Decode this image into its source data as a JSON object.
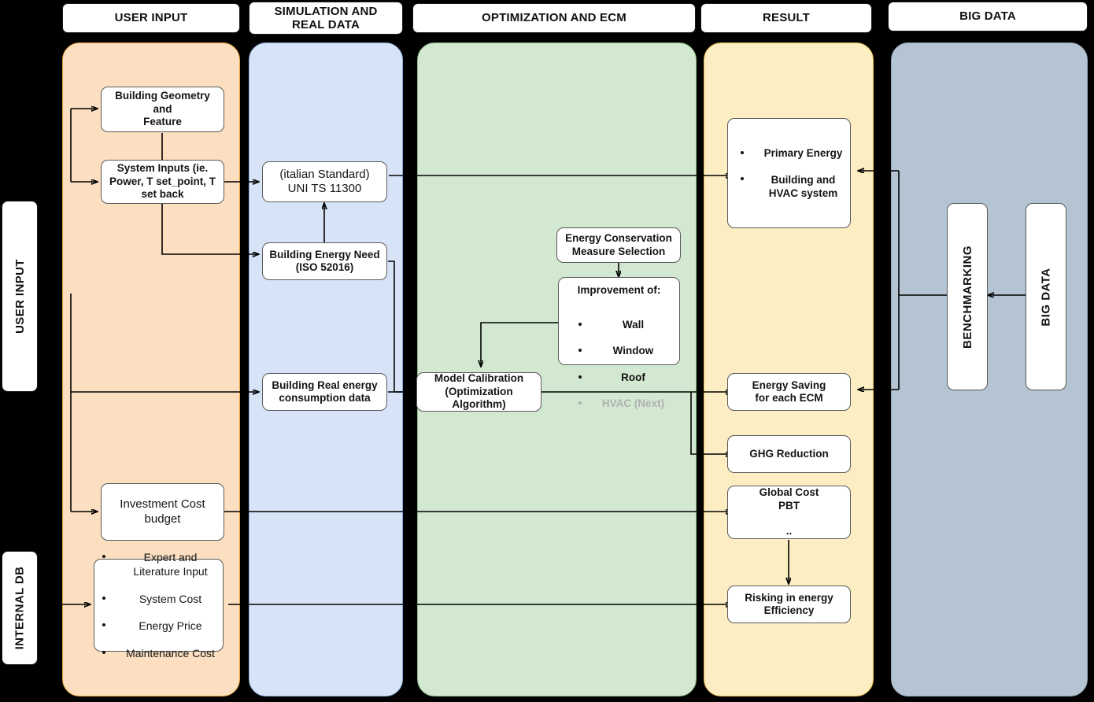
{
  "diagram": {
    "title": "Building energy optimization workflow",
    "columns": [
      {
        "id": "user-input",
        "header": "USER INPUT",
        "color": "#FBDFC0",
        "border": "#E8A33D"
      },
      {
        "id": "simulation",
        "header": "SIMULATION AND\nREAL DATA",
        "color": "#D7E4F7",
        "border": "#7C9ED1"
      },
      {
        "id": "optimization",
        "header": "OPTIMIZATION AND ECM",
        "color": "#D3E8D0",
        "border": "#7FAE79"
      },
      {
        "id": "result",
        "header": "RESULT",
        "color": "#FCEDC2",
        "border": "#E5B94B"
      },
      {
        "id": "bigdata",
        "header": "BIG DATA",
        "color": "#B4C4D2",
        "border": "#8B9CAC"
      }
    ],
    "side_labels": [
      {
        "id": "user-input-side",
        "text": "USER INPUT"
      },
      {
        "id": "internal-db-side",
        "text": "INTERNAL DB"
      }
    ],
    "nodes": {
      "building_geometry": {
        "text": "Building Geometry\nand\nFeature"
      },
      "system_inputs": {
        "text": "System Inputs (ie.\nPower, T set_point, T\nset back"
      },
      "investment_cost": {
        "text": "Investment Cost\nbudget"
      },
      "internal_db_items": {
        "items": [
          "Expert and\nLiterature Input",
          "System Cost",
          "Energy Price",
          "Maintenance Cost"
        ]
      },
      "uni_ts": {
        "text": "(italian Standard)\nUNI TS 11300"
      },
      "building_energy_need": {
        "text": "Building Energy Need\n(ISO 52016)"
      },
      "building_real_energy": {
        "text": "Building Real energy\nconsumption data"
      },
      "ecm_selection": {
        "text": "Energy Conservation\nMeasure Selection"
      },
      "improvement": {
        "title": "Improvement of:",
        "items": [
          "Wall",
          "Window",
          "Roof",
          "HVAC (Next)"
        ],
        "muted_index": 3
      },
      "model_calibration": {
        "text": "Model Calibration\n(Optimization\nAlgorithm)"
      },
      "primary_energy": {
        "items": [
          "Primary Energy",
          "Building and\nHVAC system"
        ]
      },
      "energy_saving": {
        "text": "Energy Saving\nfor each ECM"
      },
      "ghg_reduction": {
        "text": "GHG Reduction"
      },
      "global_cost": {
        "text": "Global Cost\nPBT\n\n.."
      },
      "risking": {
        "text": "Risking in energy\nEfficiency"
      },
      "benchmarking": {
        "text": "BENCHMARKING"
      },
      "bigdata": {
        "text": "BIG DATA"
      }
    }
  }
}
